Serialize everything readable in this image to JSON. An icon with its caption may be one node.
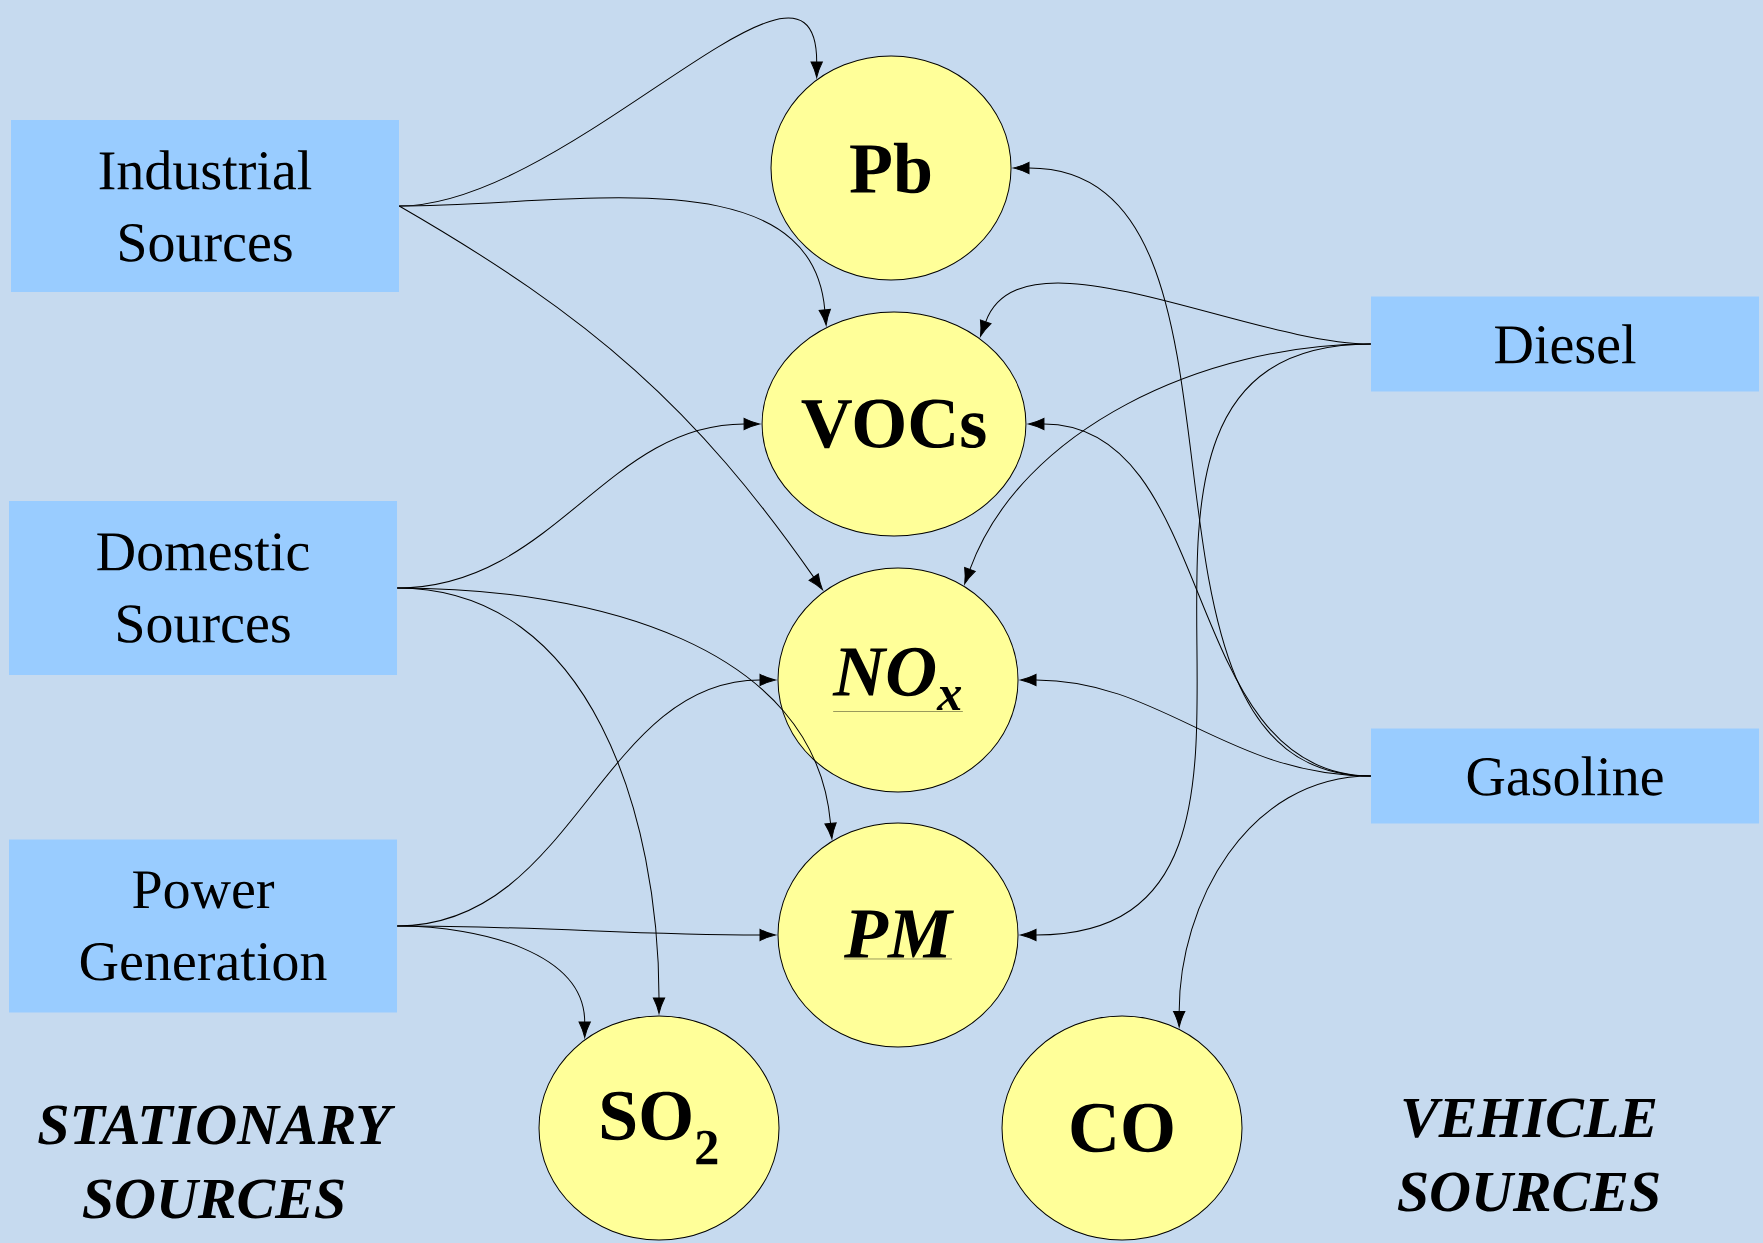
{
  "diagram": {
    "nodes": [
      {
        "text": [
          "Industrial Sources"
        ]
      },
      {
        "text": [
          "Domestic Sources"
        ]
      },
      {
        "text": [
          "Power Generation"
        ]
      },
      {
        "text": [
          "Diesel"
        ]
      },
      {
        "text": [
          "Gasoline"
        ]
      },
      {
        "text": [
          "Pb"
        ]
      },
      {
        "text": [
          "VOCs"
        ]
      },
      {
        "text": [
          "NO$_{x}$"
        ]
      },
      {
        "text": [
          "PM"
        ]
      },
      {
        "text": [
          "SO$_{2}$"
        ]
      },
      {
        "text": [
          "CO"
        ]
      }
    ],
    "edges": [
      {
        "from": 0,
        "to": 5,
        "arrow": "to"
      },
      {
        "from": 0,
        "to": 6,
        "arrow": "to"
      },
      {
        "from": 0,
        "to": 7,
        "arrow": "to"
      },
      {
        "from": 1,
        "to": 6,
        "arrow": "to"
      },
      {
        "from": 1,
        "to": 8,
        "arrow": "to"
      },
      {
        "from": 1,
        "to": 9,
        "arrow": "to"
      },
      {
        "from": 2,
        "to": 7,
        "arrow": "to"
      },
      {
        "from": 2,
        "to": 8,
        "arrow": "to"
      },
      {
        "from": 2,
        "to": 9,
        "arrow": "to"
      },
      {
        "from": 3,
        "to": 6,
        "arrow": "to"
      },
      {
        "from": 3,
        "to": 7,
        "arrow": "to"
      },
      {
        "from": 3,
        "to": 8,
        "arrow": "to"
      },
      {
        "from": 4,
        "to": 5,
        "arrow": "to"
      },
      {
        "from": 4,
        "to": 6,
        "arrow": "to"
      },
      {
        "from": 4,
        "to": 7,
        "arrow": "to"
      },
      {
        "from": 4,
        "to": 10,
        "arrow": "to"
      }
    ],
    "labels": [
      "STATIONARY SOURCES",
      "VEHICLE SOURCES"
    ]
  }
}
